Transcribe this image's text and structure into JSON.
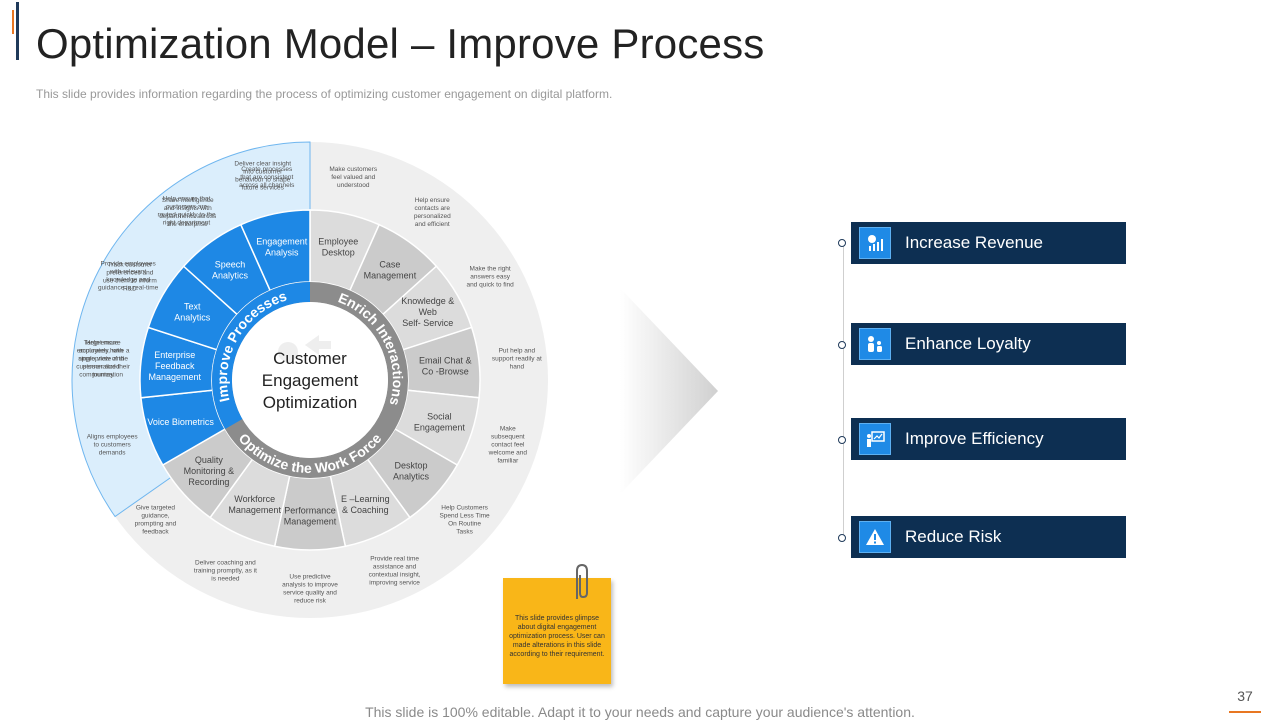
{
  "page": {
    "title": "Optimization Model – Improve Process",
    "subtitle": "This slide provides information regarding the process of optimizing customer engagement on digital platform.",
    "footer": "This slide is 100% editable. Adapt it to your needs and capture your audience's attention.",
    "page_number": "37"
  },
  "wheel": {
    "center_label": [
      "Customer",
      "Engagement",
      "Optimization"
    ],
    "ring_labels": {
      "improve": "Improve Processes",
      "enrich": "Enrich Interactions",
      "optimize": "Optimize the Work Force"
    },
    "segments": [
      {
        "label": [
          "Employee",
          "Desktop"
        ],
        "desc": [
          "Make customers",
          "feel valued and",
          "understood"
        ],
        "group": "enrich"
      },
      {
        "label": [
          "Case",
          "Management"
        ],
        "desc": [
          "Help ensure",
          "contacts are",
          "personalized",
          "and efficient"
        ],
        "group": "enrich"
      },
      {
        "label": [
          "Knowledge &",
          "Web",
          "Self- Service"
        ],
        "desc": [
          "Make the right",
          "answers easy",
          "and quick to find"
        ],
        "group": "enrich"
      },
      {
        "label": [
          "Email Chat &",
          "Co -Browse"
        ],
        "desc": [
          "Put help and",
          "support readily at",
          "hand"
        ],
        "group": "enrich"
      },
      {
        "label": [
          "Social",
          "Engagement"
        ],
        "desc": [
          "Make",
          "subsequent",
          "contact feel",
          "welcome and",
          "familiar"
        ],
        "group": "enrich"
      },
      {
        "label": [
          "Desktop",
          "Analytics"
        ],
        "desc": [
          "Help Customers",
          "Spend Less Time",
          "On Routine",
          "Tasks"
        ],
        "group": "optimize"
      },
      {
        "label": [
          "E –Learning",
          "& Coaching"
        ],
        "desc": [
          "Provide real time",
          "assistance and",
          "contextual insight,",
          "improving service"
        ],
        "group": "optimize"
      },
      {
        "label": [
          "Performance",
          "Management"
        ],
        "desc": [
          "Use predictive",
          "analysis to improve",
          "service quality and",
          "reduce risk"
        ],
        "group": "optimize"
      },
      {
        "label": [
          "Workforce",
          "Management"
        ],
        "desc": [
          "Deliver coaching and",
          "training promptly, as it",
          "is needed"
        ],
        "group": "optimize"
      },
      {
        "label": [
          "Quality",
          "Monitoring &",
          "Recording"
        ],
        "desc": [
          "Give targeted",
          "guidance,",
          "prompting and",
          "feedback"
        ],
        "group": "optimize"
      },
      {
        "label": [
          "Voice Biometrics"
        ],
        "desc": [
          "Aligns employees",
          "to customers",
          "demands"
        ],
        "group": "improve"
      },
      {
        "label": [
          "Enterprise",
          "Feedback",
          "Management"
        ],
        "desc": [
          "Help ensure",
          "employees have a",
          "single view of the",
          "customer and their",
          "journey"
        ],
        "group": "improve"
      },
      {
        "label": [
          "Text",
          "Analytics"
        ],
        "desc": [
          "Track customer",
          "preferences and",
          "use them to inform",
          "R&D"
        ],
        "group": "improve"
      },
      {
        "label": [
          "Speech",
          "Analytics"
        ],
        "desc": [
          "Share intelligence",
          "and insights with",
          "departments across",
          "the enterprise"
        ],
        "group": "improve"
      },
      {
        "label": [
          "Engagement",
          "Analysis"
        ],
        "desc": [
          "Create processes",
          "that are consistent",
          "across all channels"
        ],
        "group": "improve"
      }
    ],
    "extra_descs": [
      [
        "Target more",
        "accurately, with",
        "appropriate and",
        "personalized",
        "communication"
      ],
      [
        "Provide employees",
        "with relevant",
        "knowledge and",
        "guidance in real-time"
      ],
      [
        "Help ensure that",
        "customers are",
        "routed quickly to the",
        "right department"
      ],
      [
        "Deliver clear insight",
        "into customer",
        "behaviour to shape",
        "future services"
      ]
    ]
  },
  "outcomes": [
    {
      "label": "Increase Revenue",
      "icon": "revenue-chart-icon"
    },
    {
      "label": "Enhance Loyalty",
      "icon": "loyalty-people-icon"
    },
    {
      "label": "Improve Efficiency",
      "icon": "presentation-board-icon"
    },
    {
      "label": "Reduce Risk",
      "icon": "warning-triangle-icon"
    }
  ],
  "sticky_note": "This slide provides glimpse about digital engagement optimization process. User can made alterations in this slide according to their requirement.",
  "colors": {
    "blue": "#1e88e5",
    "navy": "#0d2f52",
    "grey_segment": "#d4d4d4",
    "ring_grey": "#8c8c8c",
    "sticky": "#f9b618",
    "accent": "#e87722"
  }
}
